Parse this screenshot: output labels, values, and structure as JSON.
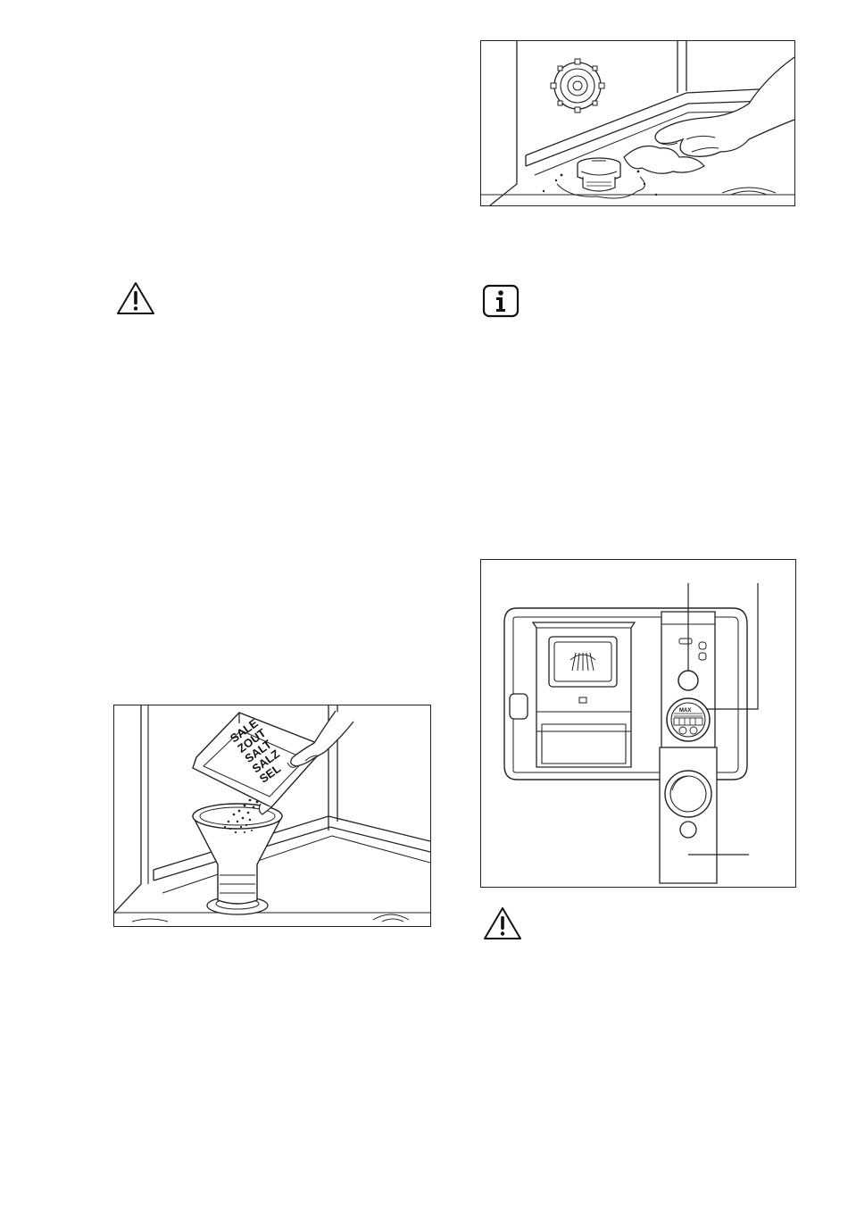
{
  "icons": {
    "warning_top_left": "warning-triangle-icon",
    "info_right": "info-icon",
    "warning_bottom_right": "warning-triangle-icon"
  },
  "figures": {
    "salt_box": {
      "lines": [
        "SALE",
        "ZOUT",
        "SALT",
        "SALZ",
        "SEL"
      ]
    },
    "dispenser": {
      "max_label": "MAX"
    }
  }
}
